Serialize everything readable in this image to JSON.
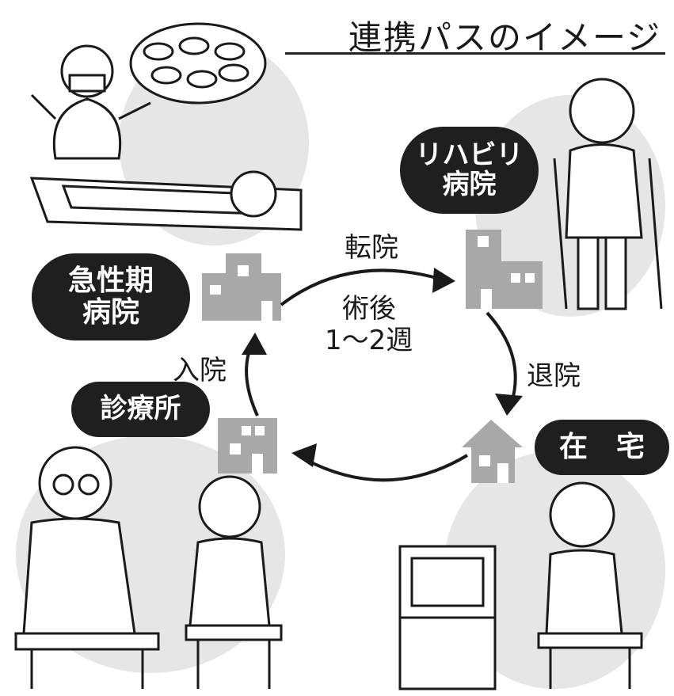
{
  "title": "連携パスのイメージ",
  "nodes": {
    "acute": {
      "line1": "急性期",
      "line2": "病院"
    },
    "rehab": {
      "line1": "リハビリ",
      "line2": "病院"
    },
    "home": {
      "label": "在　宅"
    },
    "clinic": {
      "label": "診療所"
    }
  },
  "flows": {
    "transfer": "転院",
    "post_op_line1": "術後",
    "post_op_line2": "1〜2週",
    "discharge": "退院",
    "admission": "入院"
  },
  "colors": {
    "pill": "#1f1f1f",
    "building": "#a8a8a8",
    "blob": "#e6e6e6",
    "line": "#1a1a1a"
  },
  "icons": [
    "acute-hospital-icon",
    "rehab-hospital-icon",
    "home-icon",
    "clinic-icon"
  ]
}
